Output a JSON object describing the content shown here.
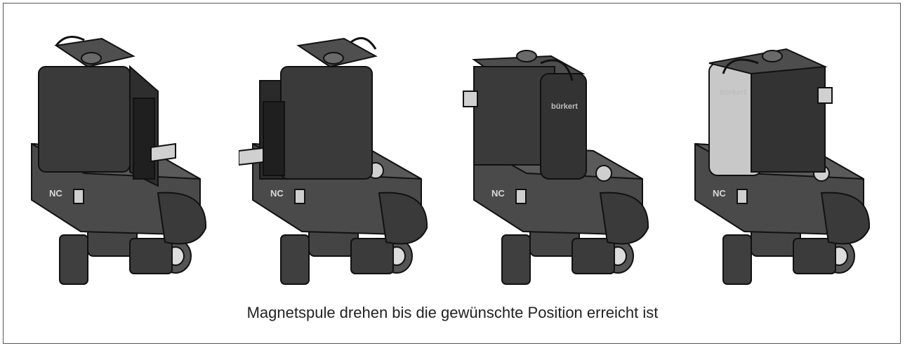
{
  "caption": "Magnetspule drehen bis die gewünschte Position erreicht ist",
  "valves": [
    {
      "coil_position": "connector-right",
      "body_label": "NC"
    },
    {
      "coil_position": "connector-left",
      "body_label": "NC"
    },
    {
      "coil_position": "connector-front",
      "body_label": "NC",
      "brand_label": "bürkert"
    },
    {
      "coil_position": "connector-back",
      "body_label": "NC",
      "brand_label": "bürkert"
    }
  ],
  "colors": {
    "coil": "#3a3a3a",
    "body": "#4a4a4a",
    "edge": "#1a1a1a",
    "highlight": "#cfcfcf"
  }
}
